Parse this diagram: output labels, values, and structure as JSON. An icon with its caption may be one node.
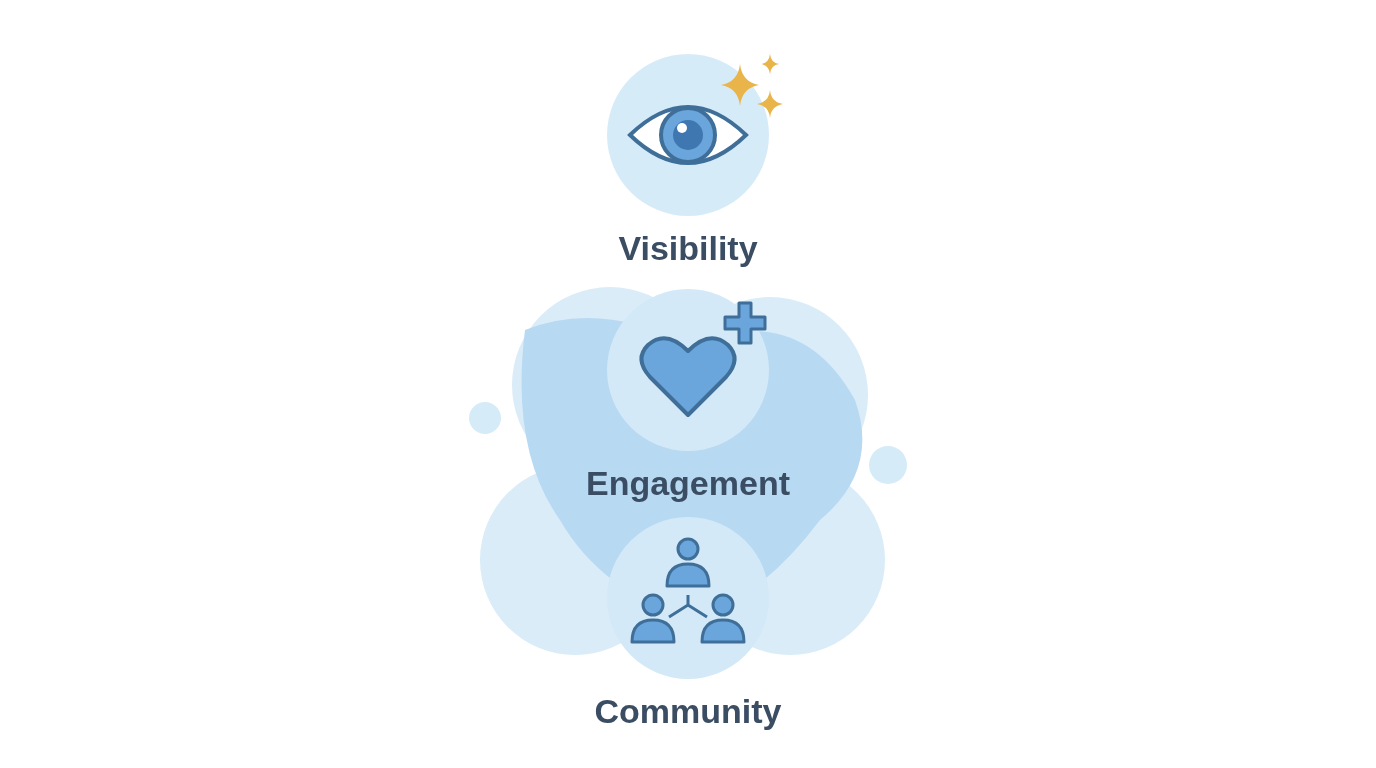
{
  "diagram": {
    "nodes": [
      {
        "text": [
          "Visibility"
        ]
      },
      {
        "text": [
          "Engagement"
        ]
      },
      {
        "text": [
          "Community"
        ]
      }
    ]
  }
}
